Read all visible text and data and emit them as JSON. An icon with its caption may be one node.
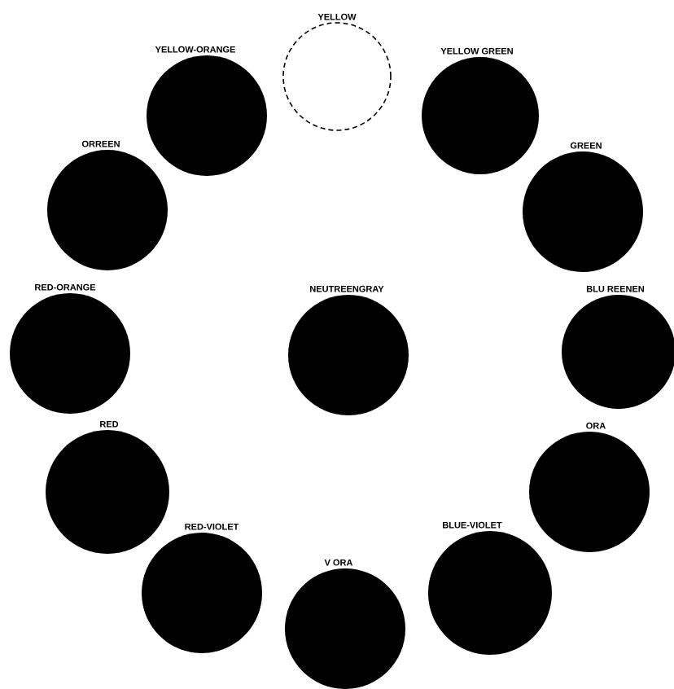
{
  "diagram": {
    "nodes": [
      {
        "text": [
          "YELLOW"
        ]
      },
      {
        "text": [
          "YELLOW-ORANGE"
        ]
      },
      {
        "text": [
          "YELLOW GREEN"
        ]
      },
      {
        "text": [
          "ORREEN"
        ]
      },
      {
        "text": [
          "GREEN"
        ]
      },
      {
        "text": [
          "RED-ORANGE"
        ]
      },
      {
        "text": [
          "NEUTREENGRAY"
        ]
      },
      {
        "text": [
          "BLU REENEN"
        ]
      },
      {
        "text": [
          "RED"
        ]
      },
      {
        "text": [
          "ORA"
        ]
      },
      {
        "text": [
          "RED-VIOLET"
        ]
      },
      {
        "text": [
          "BLUE-VIOLET"
        ]
      },
      {
        "text": [
          "V ORA"
        ]
      }
    ]
  }
}
